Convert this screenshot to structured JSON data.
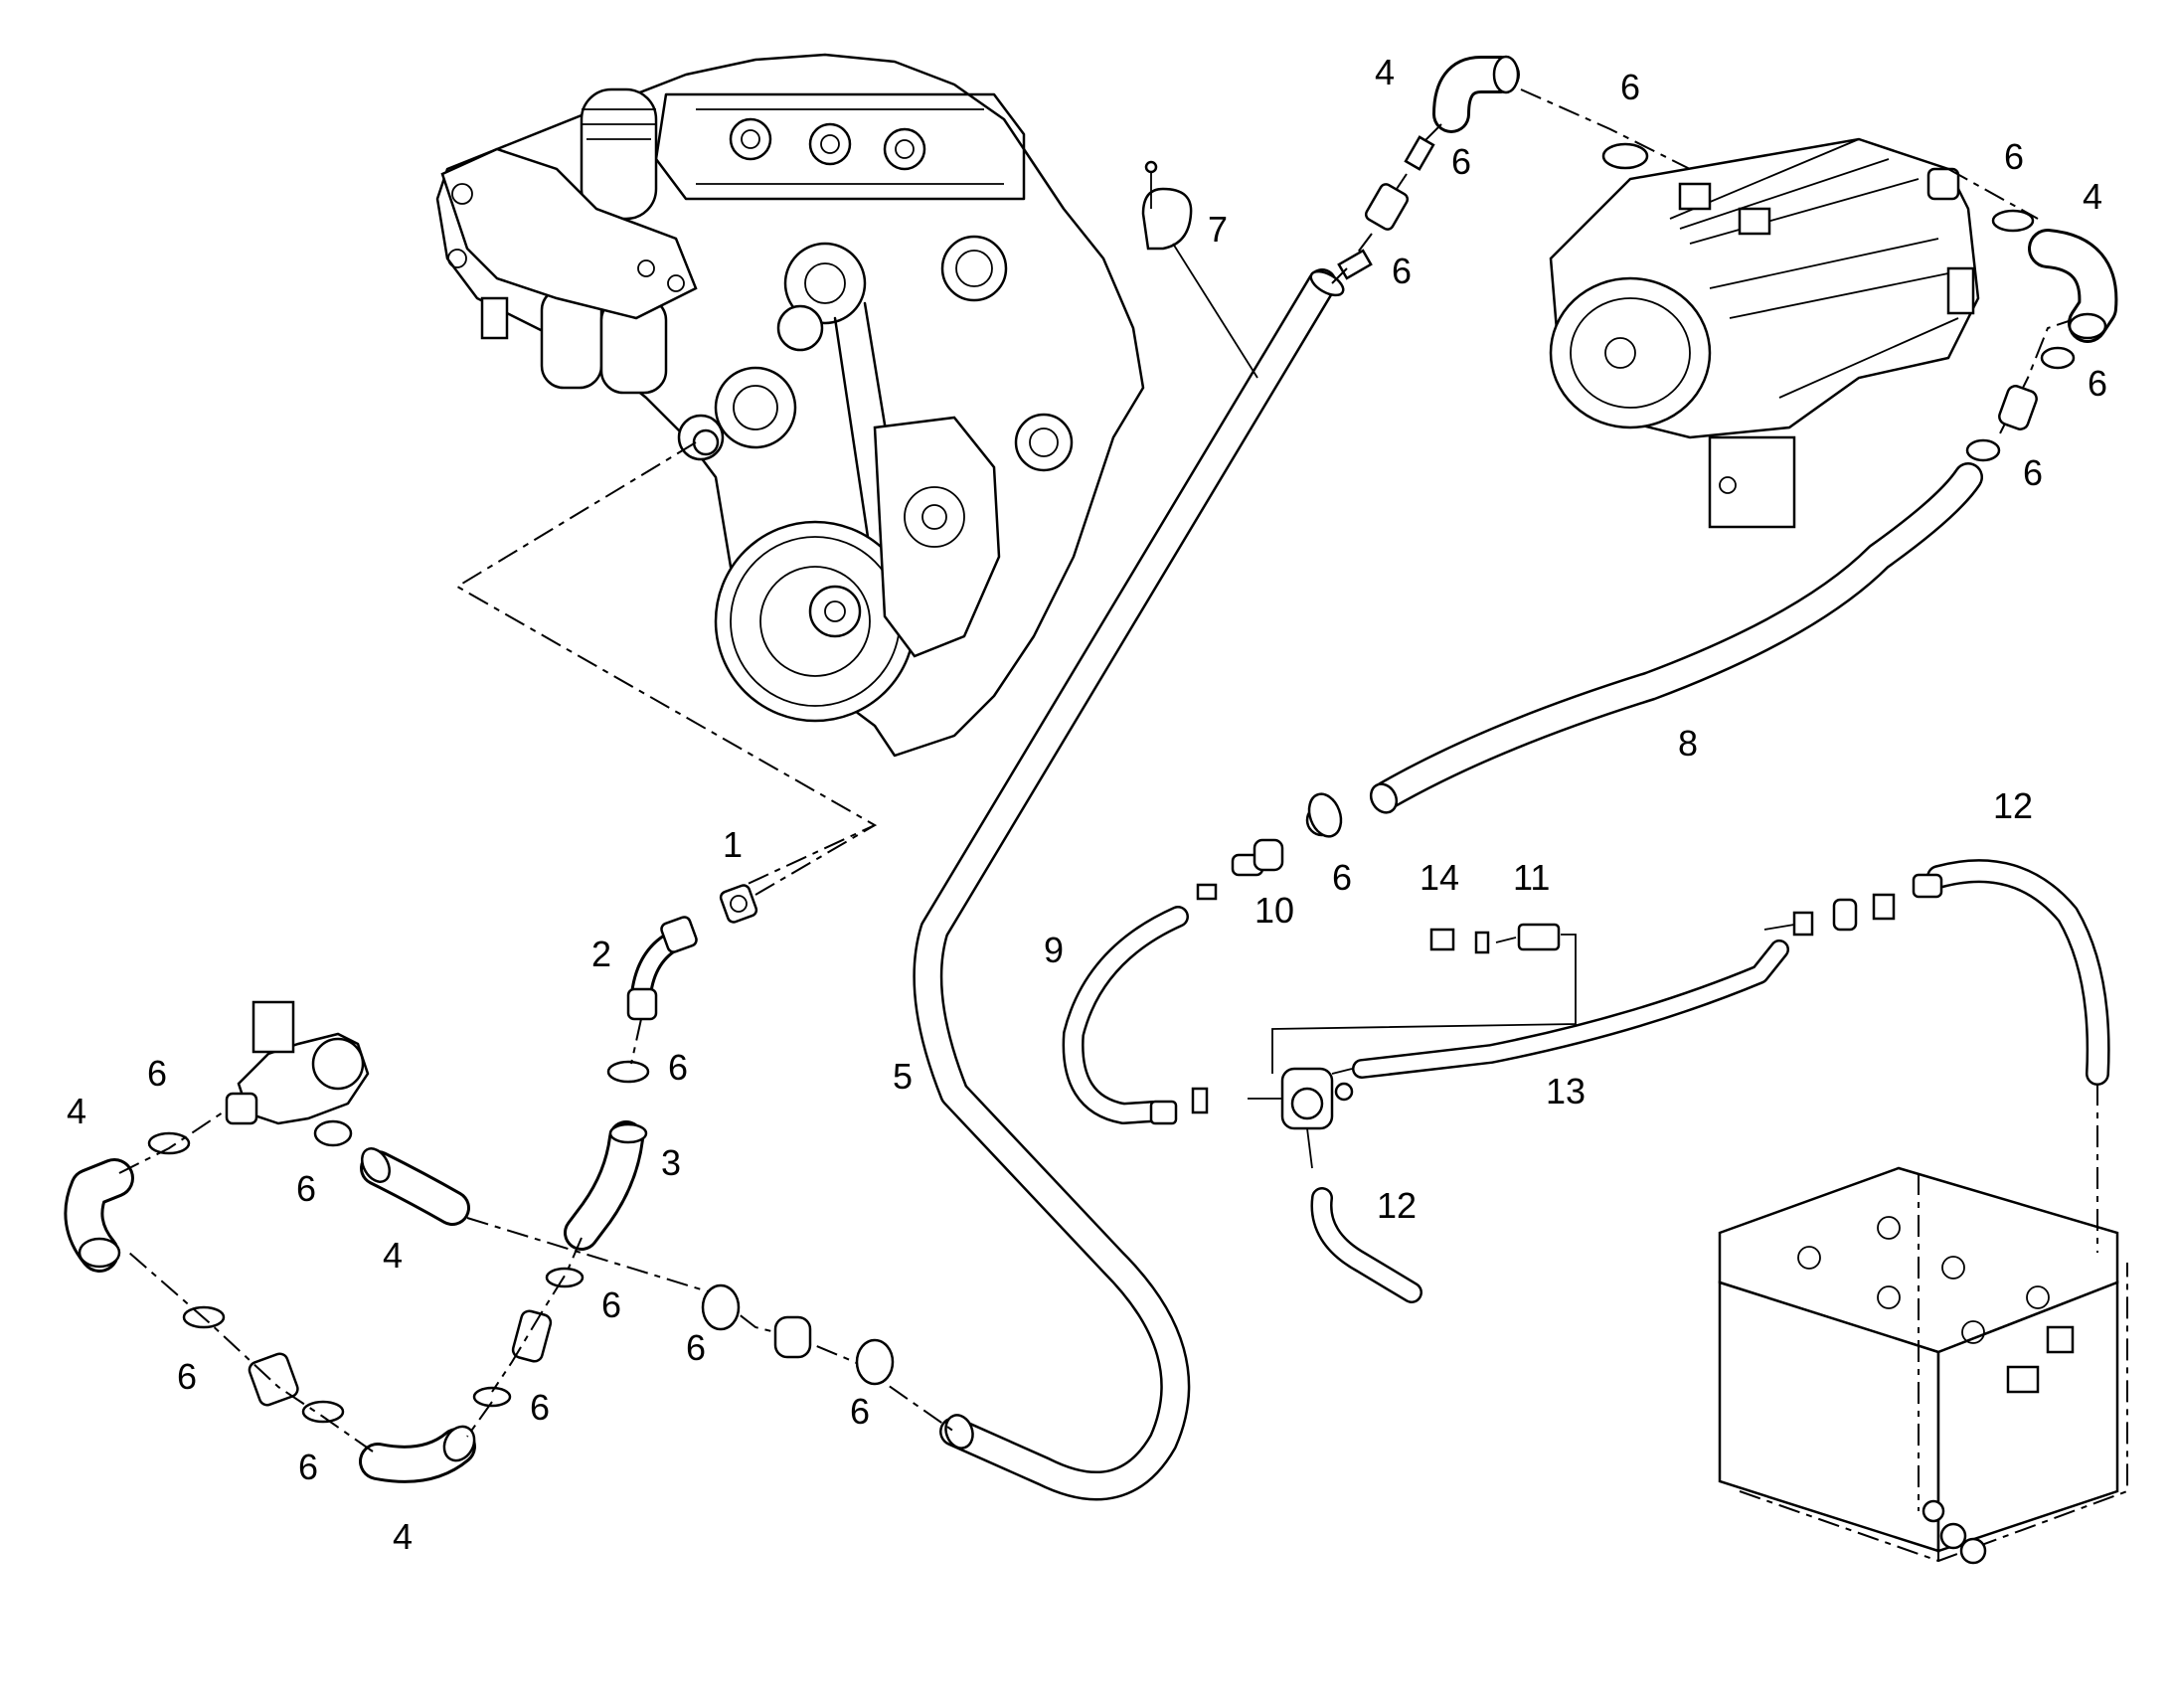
{
  "diagram": {
    "callouts": [
      "1",
      "2",
      "3",
      "4",
      "5",
      "6",
      "7",
      "8",
      "9",
      "10",
      "11",
      "12",
      "13",
      "14"
    ]
  },
  "colors": {
    "line": "#000000",
    "background": "#ffffff"
  },
  "components": {
    "engine": "engine-assembly",
    "heater": "auxiliary-heater-unit",
    "valve": "coolant-valve",
    "battery": "battery-box"
  }
}
